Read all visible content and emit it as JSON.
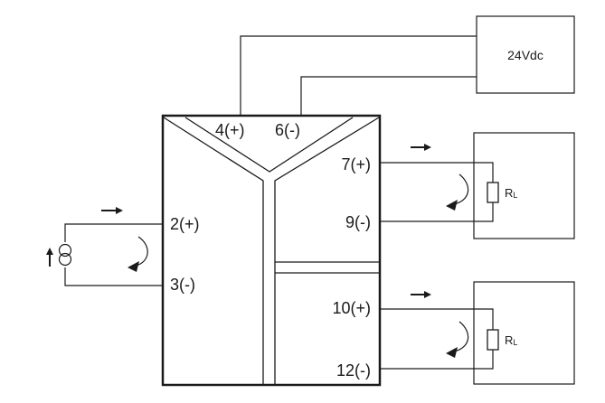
{
  "power_supply": {
    "label": "24Vdc"
  },
  "terminals": {
    "t4": "4(+)",
    "t6": "6(-)",
    "t2": "2(+)",
    "t3": "3(-)",
    "t7": "7(+)",
    "t9": "9(-)",
    "t10": "10(+)",
    "t12": "12(-)"
  },
  "loads": [
    {
      "symbol": "R",
      "subscript": "L"
    },
    {
      "symbol": "R",
      "subscript": "L"
    }
  ]
}
